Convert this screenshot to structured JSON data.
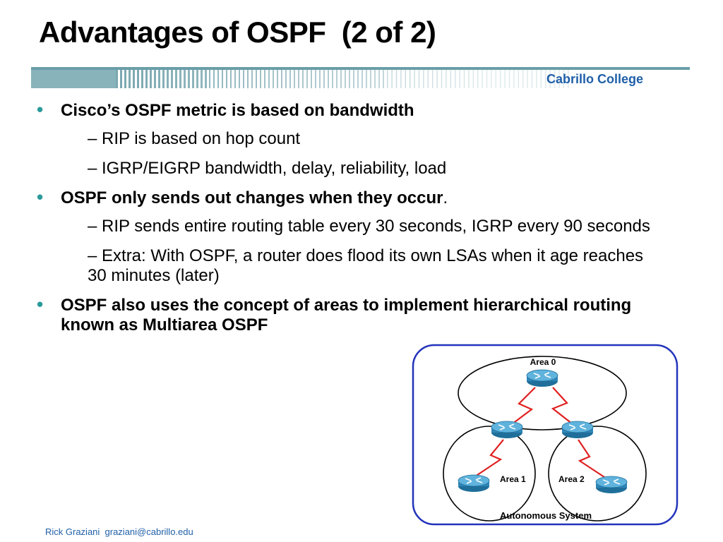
{
  "slide": {
    "title": "Advantages of OSPF  (2 of 2)",
    "college": "Cabrillo College",
    "footer": "Rick Graziani  graziani@cabrillo.edu"
  },
  "bullets": [
    {
      "text": "Cisco’s OSPF metric is based on bandwidth",
      "trailing": "",
      "subs": [
        "– RIP is based on hop count",
        "– IGRP/EIGRP bandwidth, delay, reliability, load"
      ]
    },
    {
      "text": "OSPF only sends out changes when they occur",
      "trailing": ".",
      "subs": [
        "– RIP sends entire routing table every 30 seconds, IGRP every 90 seconds",
        "– Extra: With OSPF, a router does flood its own LSAs when it age reaches 30 minutes (later)"
      ]
    },
    {
      "text": "OSPF also uses the concept of areas to implement hierarchical routing known as Multiarea OSPF",
      "trailing": "",
      "subs": []
    }
  ],
  "diagram": {
    "area0": "Area 0",
    "area1": "Area 1",
    "area2": "Area 2",
    "as_label": "Autonomous System",
    "router_icon": "router-icon",
    "colors": {
      "border": "#2233bb",
      "router": "#3d8fbf",
      "link": "#e02020"
    }
  }
}
